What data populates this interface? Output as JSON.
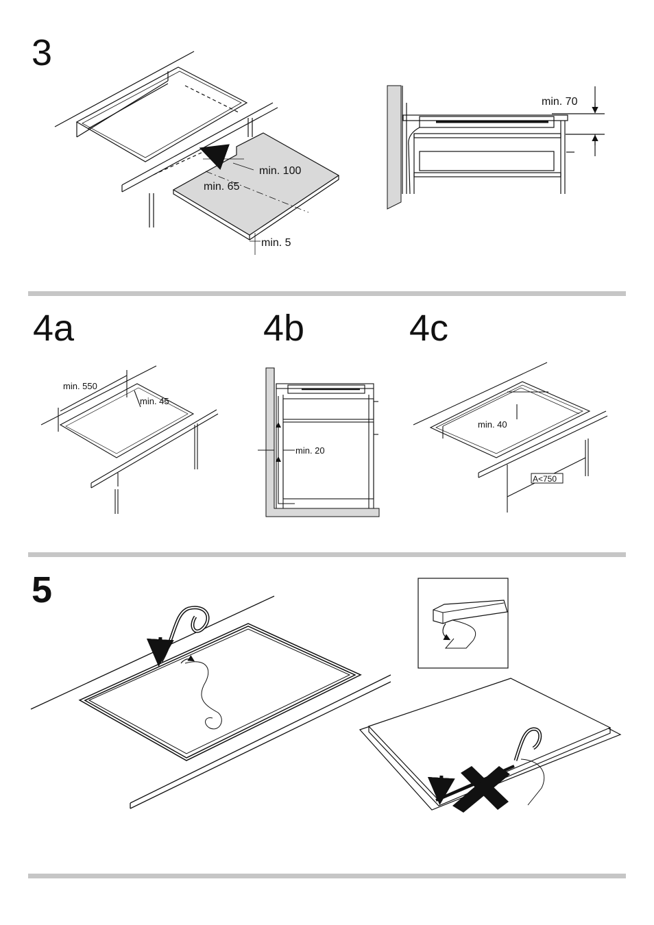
{
  "steps": {
    "s3": "3",
    "s4a": "4a",
    "s4b": "4b",
    "s4c": "4c",
    "s5": "5"
  },
  "labels": {
    "min70": "min. 70",
    "min100": "min. 100",
    "min65": "min. 65",
    "min5": "min. 5",
    "min550": "min. 550",
    "min45": "min. 45",
    "min20": "min. 20",
    "min40": "min. 40",
    "a750": "A<750"
  },
  "colors": {
    "panel_gray": "#d9d9d9",
    "divider_gray": "#c6c6c6",
    "line": "#111111"
  }
}
